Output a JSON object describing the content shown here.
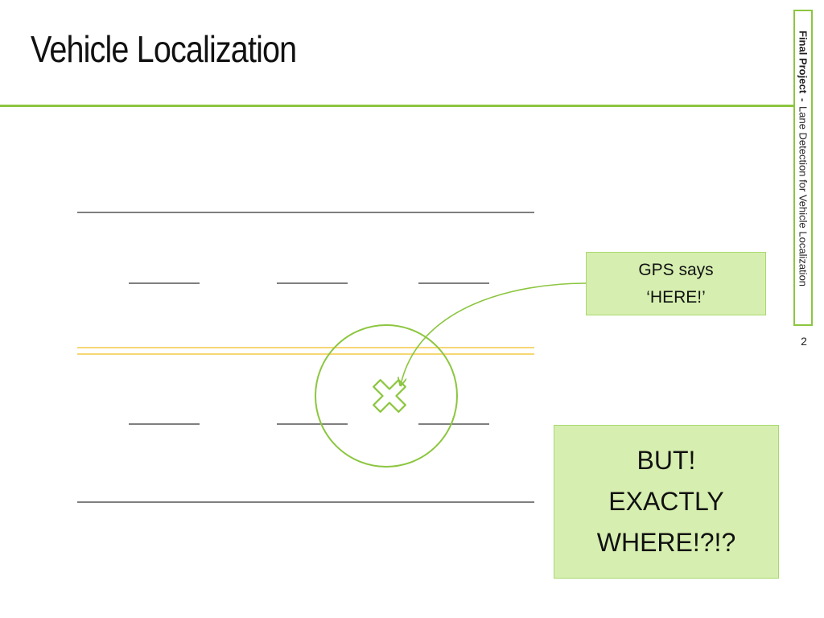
{
  "slide": {
    "title": "Vehicle Localization",
    "page_number": "2"
  },
  "sidebar": {
    "project_label": "Final Project",
    "separator": "-",
    "subtitle": "Lane Detection  for Vehicle Localization"
  },
  "callouts": {
    "gps": {
      "line1": "GPS says",
      "line2": "‘HERE!’"
    },
    "but": {
      "line1": "BUT!",
      "line2": "EXACTLY",
      "line3": "WHERE!?!?"
    }
  },
  "colors": {
    "accent_green": "#8cc63f",
    "callout_fill": "#d6efb0",
    "center_line_yellow": "#f7d774",
    "lane_line": "#333333"
  },
  "icons": {
    "gps_marker": "cross-x-icon",
    "uncertainty": "circle-outline"
  }
}
